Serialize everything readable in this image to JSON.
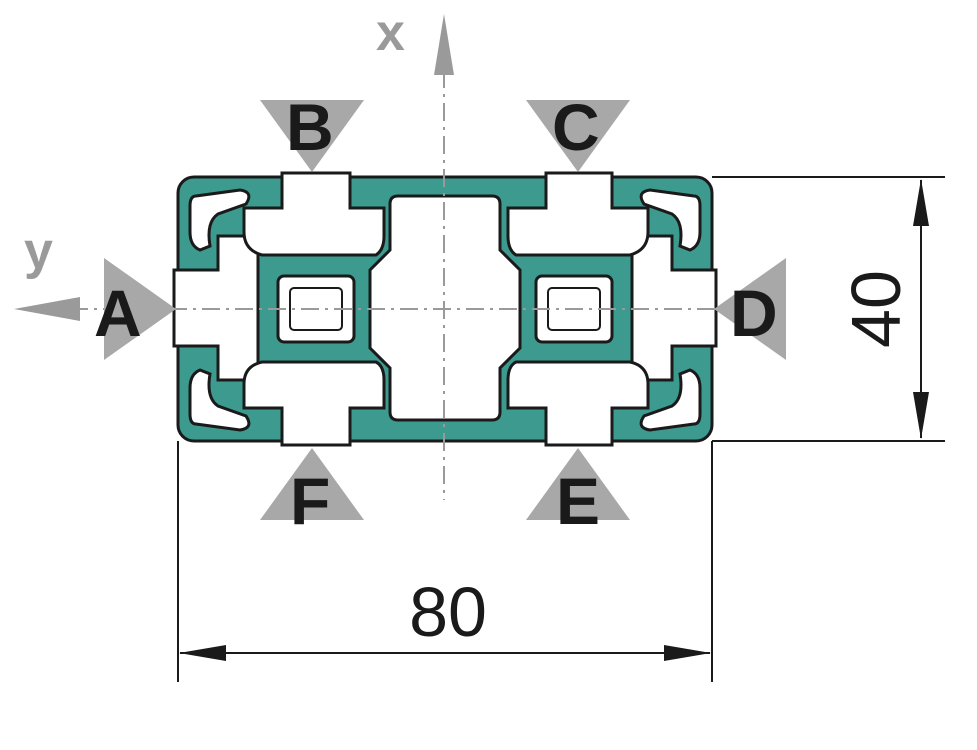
{
  "axes": {
    "x_label": "x",
    "y_label": "y"
  },
  "sides": {
    "a": "A",
    "b": "B",
    "c": "C",
    "d": "D",
    "e": "E",
    "f": "F"
  },
  "dimensions": {
    "width": "80",
    "height": "40"
  },
  "colors": {
    "profile_fill": "#3d9a8f",
    "outline": "#1a1a1a",
    "marker_gray": "#a8a8a8",
    "axis_gray": "#9a9a9a"
  }
}
